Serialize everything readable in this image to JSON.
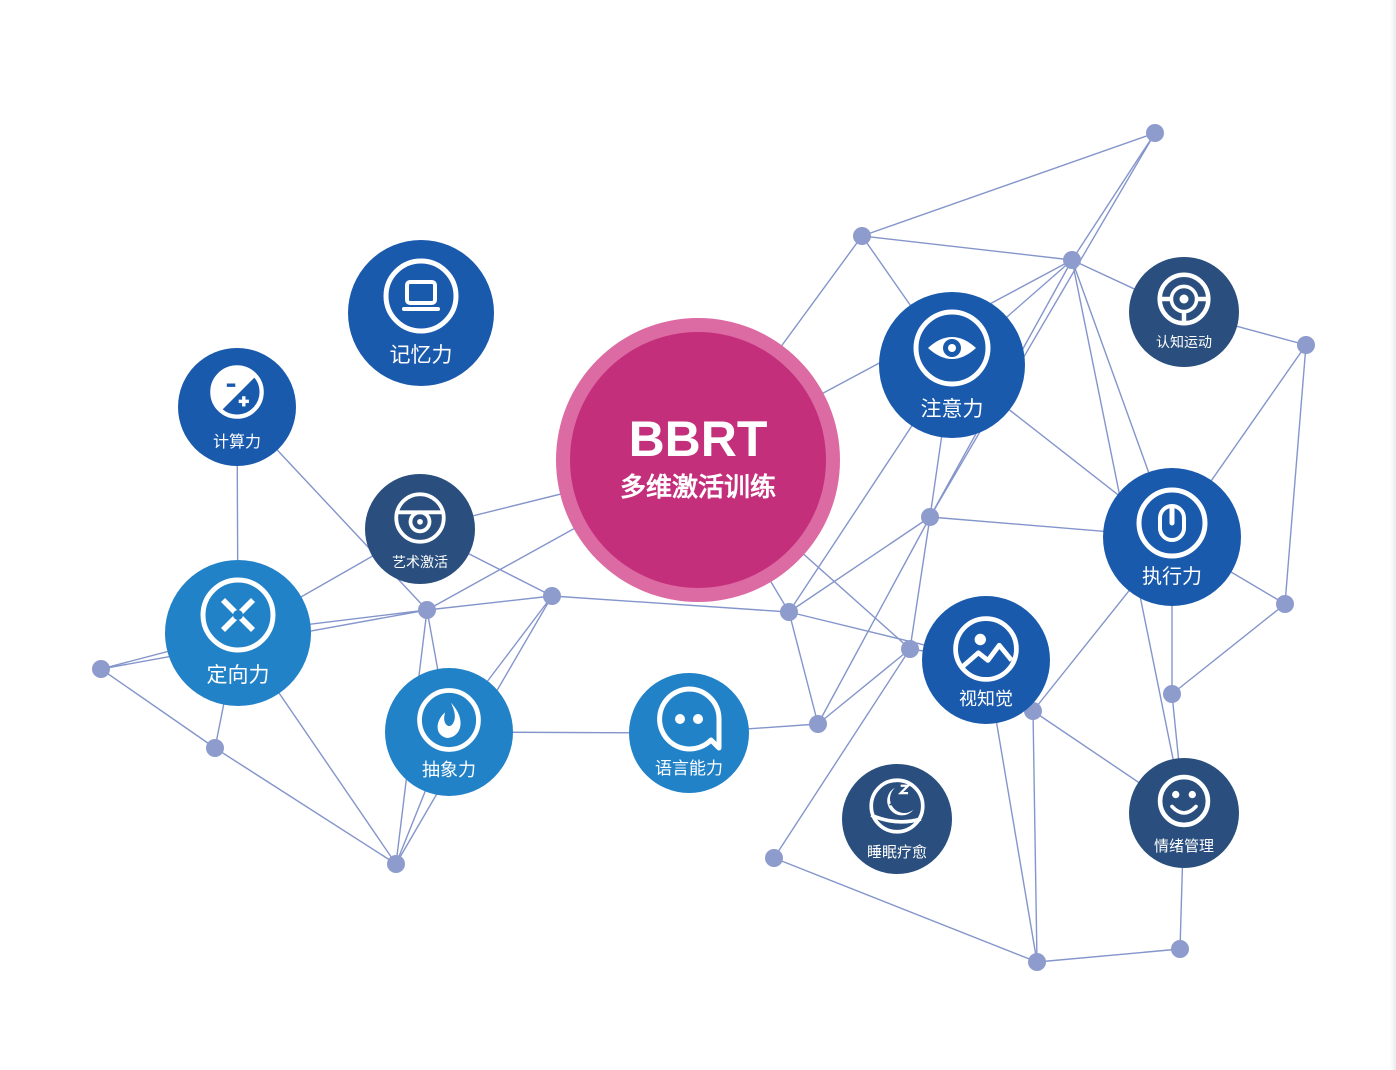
{
  "center": {
    "title": "BBRT",
    "subtitle": "多维激活训练",
    "color": "#c42f7c",
    "ring_color": "#dc6aa3"
  },
  "colors": {
    "royal": "#1a5aad",
    "azure": "#2282c8",
    "navy": "#2a4f7e",
    "edge": "#8495cb",
    "joint": "#8e9bcd"
  },
  "nodes": [
    {
      "id": "memory",
      "label": "记忆力",
      "icon": "monitor-icon",
      "tone": "royal"
    },
    {
      "id": "calc",
      "label": "计算力",
      "icon": "plus-minus-icon",
      "tone": "royal"
    },
    {
      "id": "art",
      "label": "艺术激活",
      "icon": "camera-icon",
      "tone": "navy"
    },
    {
      "id": "orient",
      "label": "定向力",
      "icon": "compass-icon",
      "tone": "azure"
    },
    {
      "id": "abstract",
      "label": "抽象力",
      "icon": "flame-icon",
      "tone": "azure"
    },
    {
      "id": "language",
      "label": "语言能力",
      "icon": "speech-bubble-icon",
      "tone": "azure"
    },
    {
      "id": "attention",
      "label": "注意力",
      "icon": "eye-icon",
      "tone": "royal"
    },
    {
      "id": "motor",
      "label": "认知运动",
      "icon": "steering-wheel-icon",
      "tone": "navy"
    },
    {
      "id": "executive",
      "label": "执行力",
      "icon": "power-icon",
      "tone": "royal"
    },
    {
      "id": "visual",
      "label": "视知觉",
      "icon": "landscape-icon",
      "tone": "royal"
    },
    {
      "id": "sleep",
      "label": "睡眠疗愈",
      "icon": "moon-sleep-icon",
      "tone": "navy"
    },
    {
      "id": "emotion",
      "label": "情绪管理",
      "icon": "smiley-icon",
      "tone": "navy"
    }
  ]
}
